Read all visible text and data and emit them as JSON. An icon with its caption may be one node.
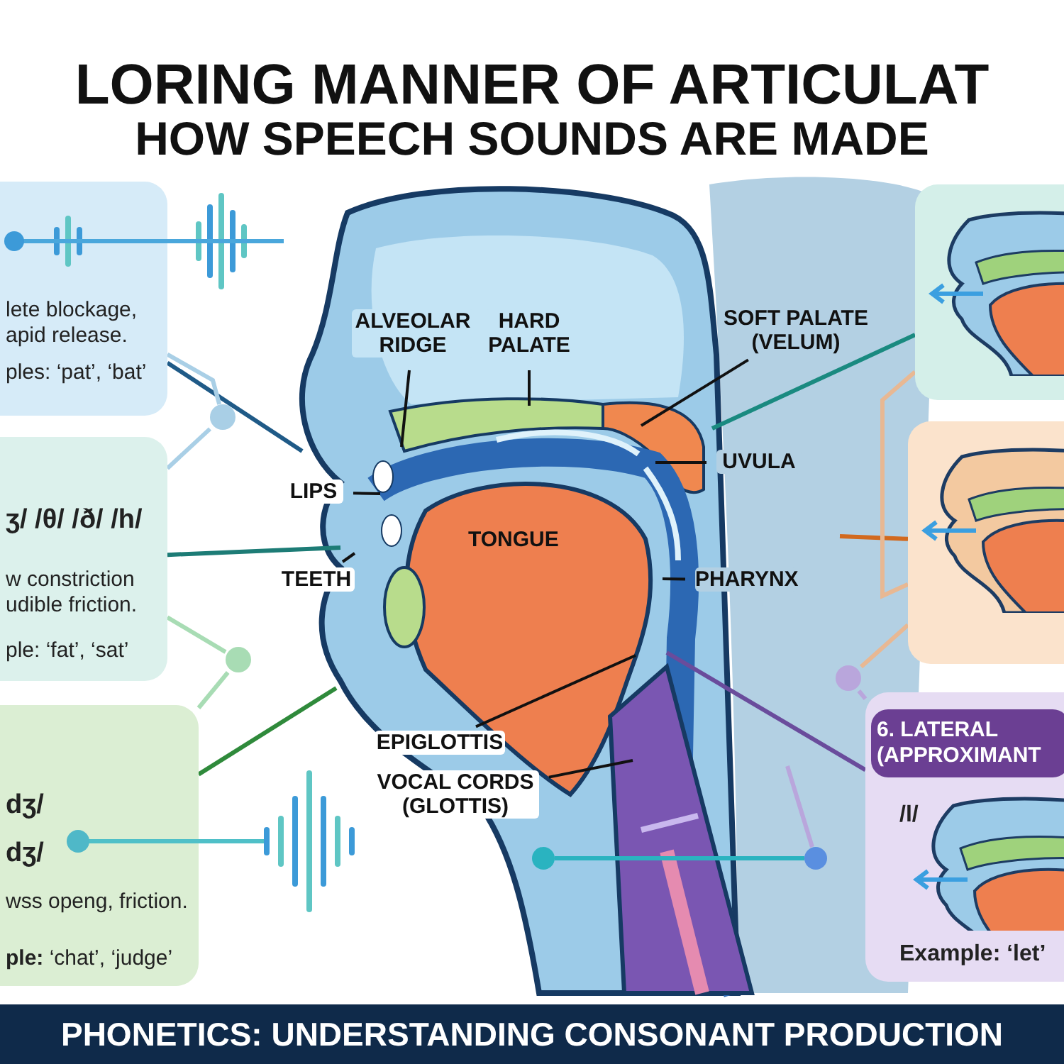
{
  "diagram": {
    "title": "LORING MANNER OF ARTICULAT",
    "caption": "PHONETICS: UNDERSTANDING CONSONANT PRODUCTION",
    "nodes": [
      {
        "text": [
          "lete blockage, apid release.",
          "ples: ‘pat’, ‘bat’"
        ]
      },
      {
        "text": [
          "ʒ/ /θ/ /ð/ /h/",
          "w constriction udible friction.",
          "ple: ‘fat’, ‘sat’"
        ]
      },
      {
        "text": [
          "dʒ/",
          "dʒ/",
          "wss openg, friction.",
          "**ple:** ‘chat’, ‘judge’"
        ]
      },
      {
        "text": [],
        "shape": "picture"
      },
      {
        "text": [],
        "shape": "picture"
      },
      {
        "text": [
          "6. LATERAL (APPROXIMANT",
          "/l/",
          "**Example:** ‘let’"
        ]
      },
      {
        "text": [
          "ALVEOLAR RIDGE"
        ]
      },
      {
        "text": [
          "HARD PALATE"
        ]
      },
      {
        "text": [
          "SOFT PALATE (VELUM)"
        ]
      },
      {
        "text": [
          "UVULA"
        ]
      },
      {
        "text": [
          "LIPS"
        ]
      },
      {
        "text": [
          "TEETH"
        ]
      },
      {
        "text": [
          "PHARYNX"
        ]
      },
      {
        "text": [
          "EPIGLOTTIS"
        ]
      },
      {
        "text": [
          "VOCAL CORDS (GLOTTIS)"
        ]
      },
      {
        "text": [],
        "shape": "circle"
      },
      {
        "text": [],
        "shape": "circle"
      },
      {
        "text": [],
        "shape": "circle"
      },
      {
        "text": [],
        "shape": "circle"
      },
      {
        "text": [],
        "shape": "circle"
      }
    ],
    "edges": [
      {
        "from": 0,
        "to": null,
        "arrow": "none",
        "color": "#1f5a87"
      },
      {
        "from": 1,
        "to": null,
        "arrow": "none",
        "color": "#1d7c76"
      },
      {
        "from": 2,
        "to": null,
        "arrow": "none",
        "color": "#2f8a3b"
      },
      {
        "from": 3,
        "to": null,
        "arrow": "none",
        "color": "#1a8a80"
      },
      {
        "from": 4,
        "to": null,
        "arrow": "none",
        "color": "#d2691e"
      },
      {
        "from": 5,
        "to": null,
        "arrow": "none",
        "color": "#6a4c9c"
      },
      {
        "from": 6,
        "to": null,
        "arrow": "none"
      },
      {
        "from": 7,
        "to": null,
        "arrow": "none"
      },
      {
        "from": 8,
        "to": null,
        "arrow": "none"
      },
      {
        "from": 9,
        "to": null,
        "arrow": "none"
      },
      {
        "from": 10,
        "to": null,
        "arrow": "none"
      },
      {
        "from": 11,
        "to": null,
        "arrow": "none"
      },
      {
        "from": 12,
        "to": null,
        "arrow": "none"
      },
      {
        "from": 13,
        "to": null,
        "arrow": "none"
      },
      {
        "from": 14,
        "to": null,
        "arrow": "none"
      },
      {
        "from": 0,
        "to": 15,
        "arrow": "none",
        "color": "#a9cfe6"
      },
      {
        "from": 15,
        "to": 1,
        "arrow": "none",
        "color": "#a9cfe6"
      },
      {
        "from": 1,
        "to": 16,
        "arrow": "none",
        "color": "#a8dcb4"
      },
      {
        "from": 16,
        "to": 2,
        "arrow": "none",
        "color": "#a8dcb4"
      },
      {
        "from": 3,
        "to": 4,
        "arrow": "none",
        "color": "#e8b893"
      },
      {
        "from": 4,
        "to": 17,
        "arrow": "none",
        "color": "#e8b893"
      },
      {
        "from": 17,
        "to": 5,
        "arrow": "none",
        "color": "#b9a6dc"
      },
      {
        "from": 18,
        "to": 19,
        "arrow": "none",
        "color": "#2ab3c0"
      },
      {
        "from": 19,
        "to": null,
        "arrow": "none",
        "color": "#b9a6dc"
      }
    ],
    "labels": [
      "HOW SPEECH SOUNDS ARE MADE",
      "TONGUE"
    ]
  }
}
